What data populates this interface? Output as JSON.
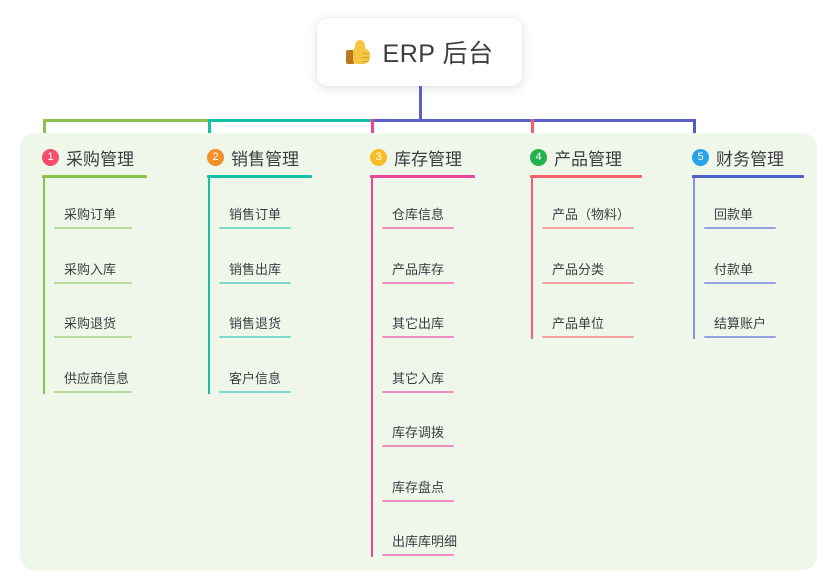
{
  "root": {
    "title": "ERP 后台",
    "icon": "thumbs-up-icon"
  },
  "colors": {
    "panel_background": "#eef7e9",
    "page_background": "#ffffff",
    "card_background": "#ffffff",
    "text": "#3d3d42",
    "trunk": "#5b5fc7",
    "bus_green": "#8cc152",
    "bus_teal": "#16c0a8",
    "bus_blue": "#5b5fc7"
  },
  "columns": [
    {
      "number": "1",
      "title": "采购管理",
      "badge_color": "#f4506b",
      "rule_color": "#8cc152",
      "item_rule_color": "#b6d99a",
      "spine_color": "#8cc152",
      "drop_color": "#8cc152",
      "items": [
        {
          "label": "采购订单"
        },
        {
          "label": "采购入库"
        },
        {
          "label": "采购退货"
        },
        {
          "label": "供应商信息"
        }
      ]
    },
    {
      "number": "2",
      "title": "销售管理",
      "badge_color": "#f3902b",
      "rule_color": "#16c0a8",
      "item_rule_color": "#7fd8cd",
      "spine_color": "#16c0a8",
      "drop_color": "#16c0a8",
      "items": [
        {
          "label": "销售订单"
        },
        {
          "label": "销售出库"
        },
        {
          "label": "销售退货"
        },
        {
          "label": "客户信息"
        }
      ]
    },
    {
      "number": "3",
      "title": "库存管理",
      "badge_color": "#f7bd27",
      "rule_color": "#e8479a",
      "item_rule_color": "#ef8fc1",
      "spine_color": "#e8479a",
      "drop_color": "#e8479a",
      "items": [
        {
          "label": "仓库信息"
        },
        {
          "label": "产品库存"
        },
        {
          "label": "其它出库"
        },
        {
          "label": "其它入库"
        },
        {
          "label": "库存调拨"
        },
        {
          "label": "库存盘点"
        },
        {
          "label": "出库库明细"
        }
      ]
    },
    {
      "number": "4",
      "title": "产品管理",
      "badge_color": "#22b14c",
      "rule_color": "#f4606c",
      "item_rule_color": "#f7a1a4",
      "spine_color": "#f4606c",
      "drop_color": "#f4606c",
      "items": [
        {
          "label": "产品（物料）"
        },
        {
          "label": "产品分类"
        },
        {
          "label": "产品单位"
        }
      ]
    },
    {
      "number": "5",
      "title": "财务管理",
      "badge_color": "#29a3e8",
      "rule_color": "#4d5fc4",
      "item_rule_color": "#95a3e0",
      "spine_color": "#8796dd",
      "drop_color": "#4d5fc4",
      "items": [
        {
          "label": "回款单"
        },
        {
          "label": "付款单"
        },
        {
          "label": "结算账户"
        }
      ]
    }
  ]
}
